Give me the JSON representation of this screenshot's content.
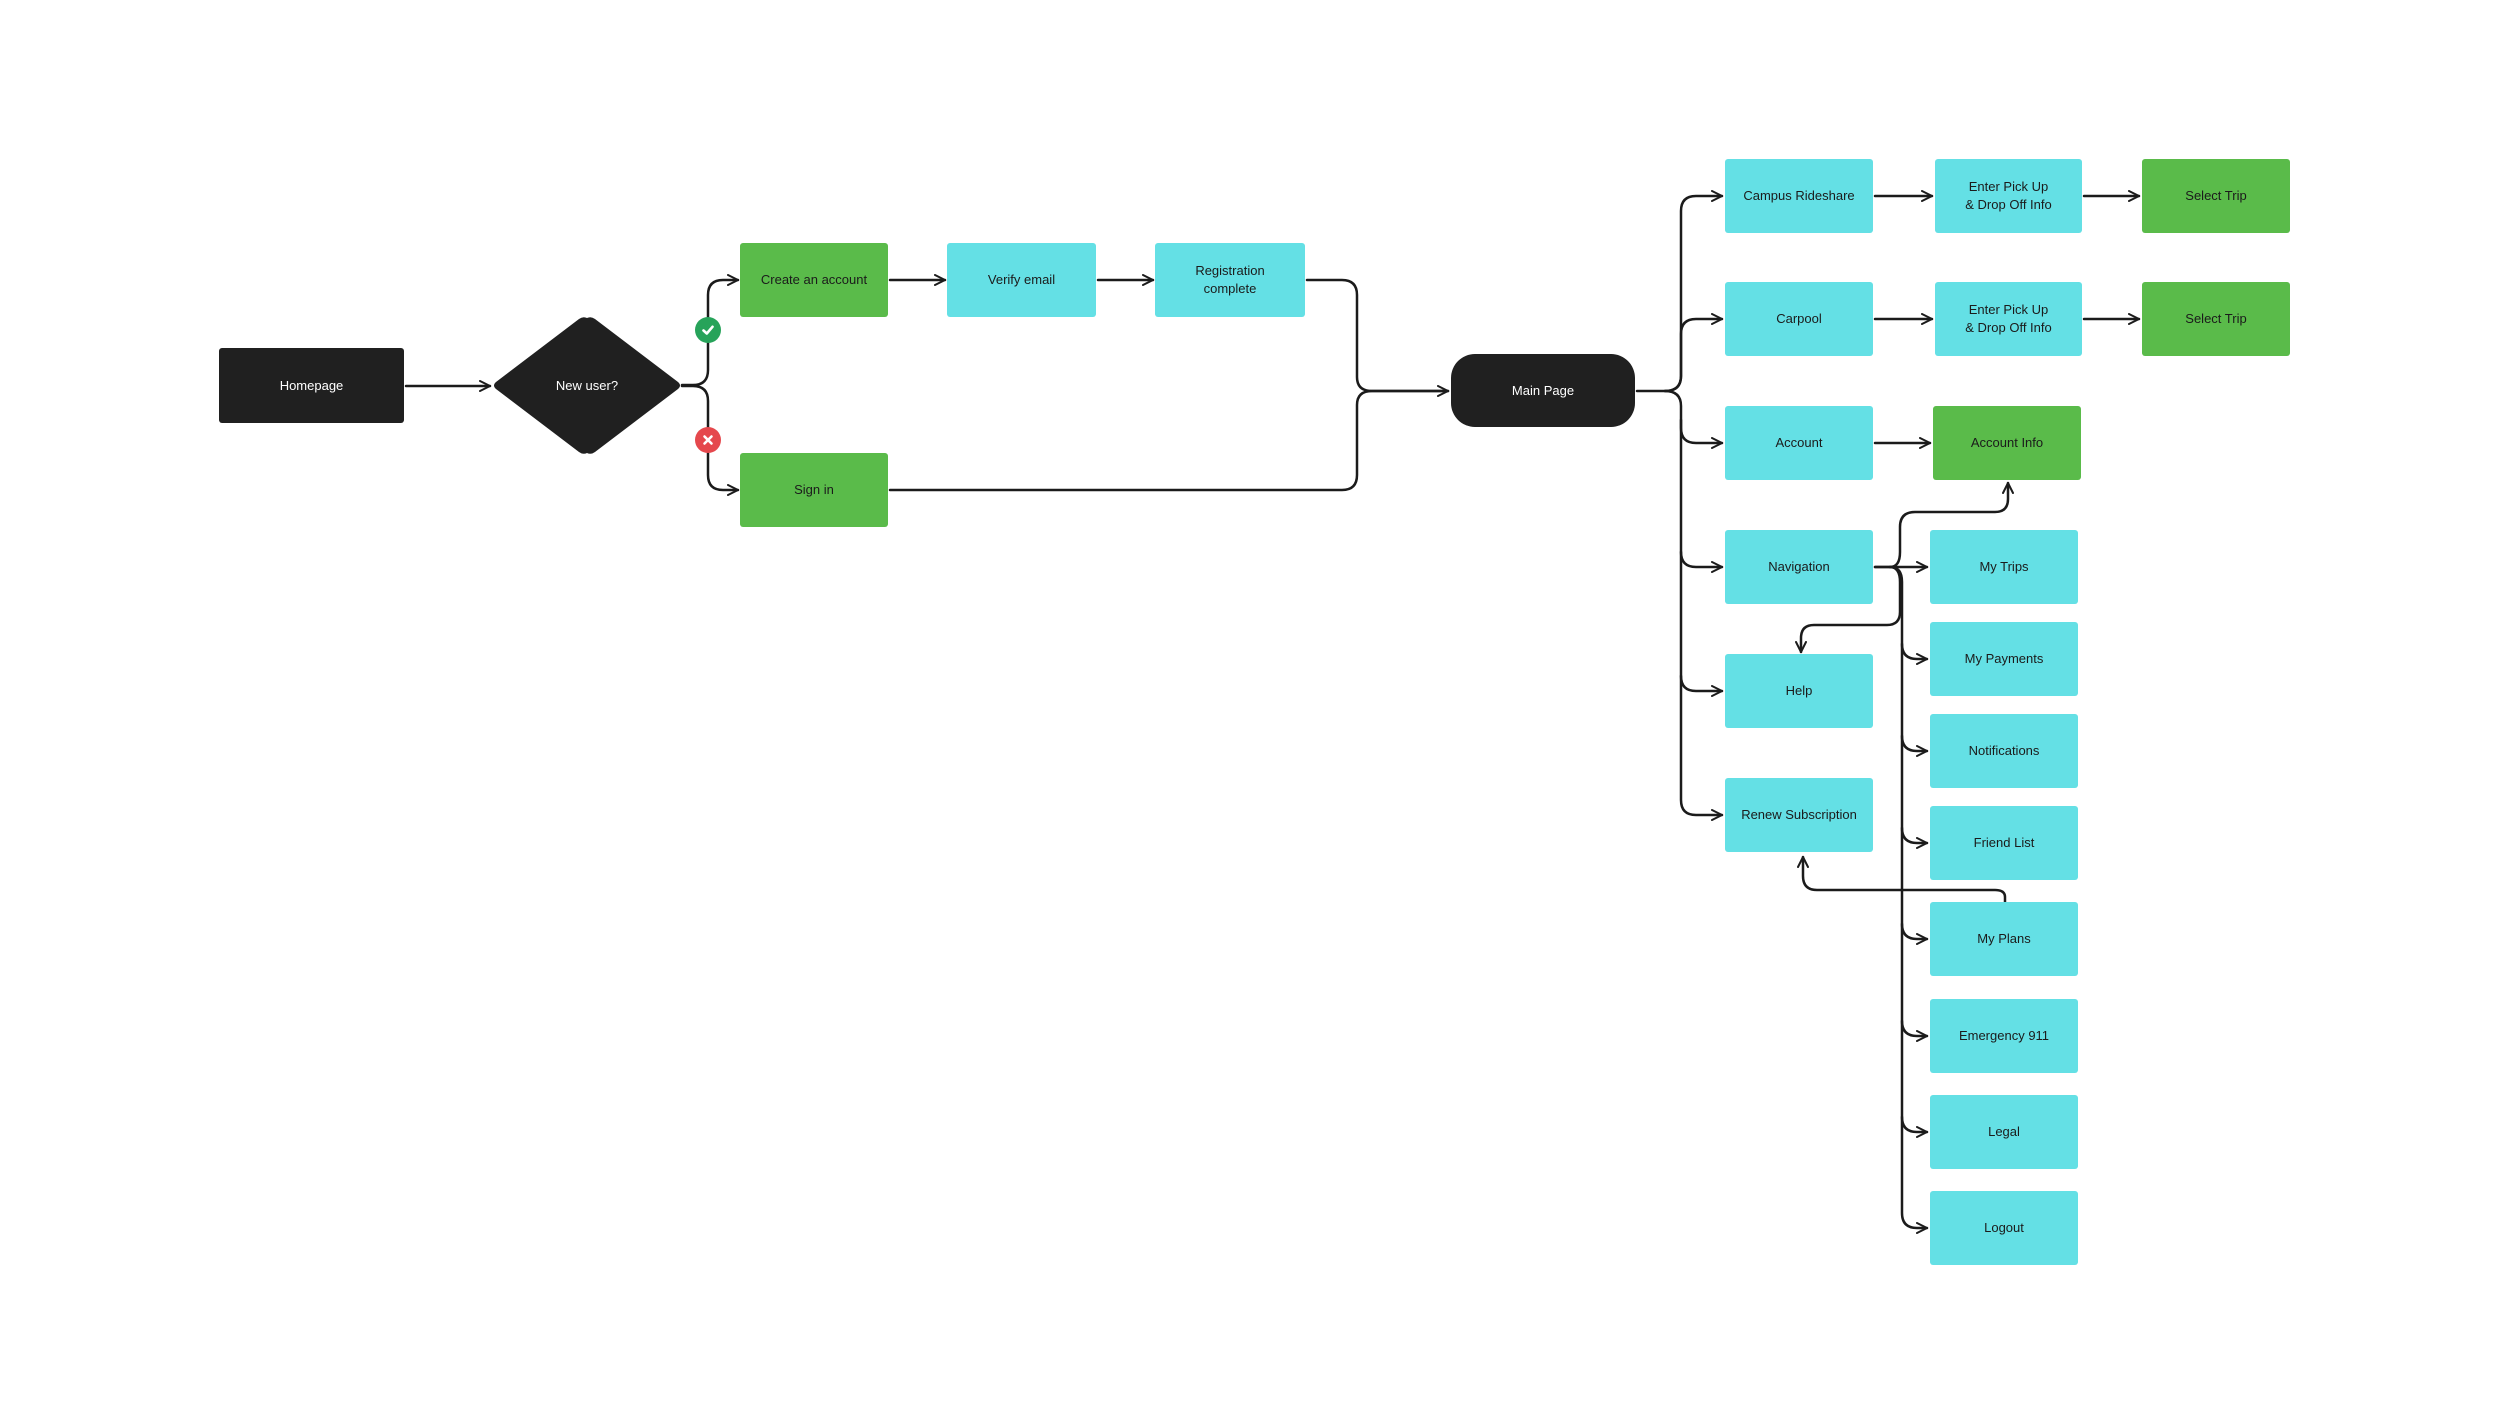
{
  "colors": {
    "node_cyan": "#64e0e5",
    "node_green": "#5abb4a",
    "node_dark": "#202020",
    "connector": "#1b1b1b",
    "yes_badge": "#27a35a",
    "no_badge": "#e5484d"
  },
  "nodes": {
    "homepage": "Homepage",
    "new_user": "New user?",
    "create_account": "Create an account",
    "verify_email": "Verify email",
    "registration_complete": "Registration\ncomplete",
    "sign_in": "Sign in",
    "main_page": "Main Page",
    "campus_rideshare": "Campus Rideshare",
    "pickup_info_1": "Enter Pick Up\n& Drop Off Info",
    "select_trip_1": "Select Trip",
    "carpool": "Carpool",
    "pickup_info_2": "Enter Pick Up\n& Drop Off Info",
    "select_trip_2": "Select Trip",
    "account": "Account",
    "account_info": "Account Info",
    "navigation": "Navigation",
    "help": "Help",
    "renew_subscription": "Renew Subscription",
    "my_trips": "My Trips",
    "my_payments": "My Payments",
    "notifications": "Notifications",
    "friend_list": "Friend List",
    "my_plans": "My Plans",
    "emergency_911": "Emergency 911",
    "legal": "Legal",
    "logout": "Logout"
  },
  "badges": {
    "yes_icon": "check-icon",
    "no_icon": "cross-icon"
  }
}
